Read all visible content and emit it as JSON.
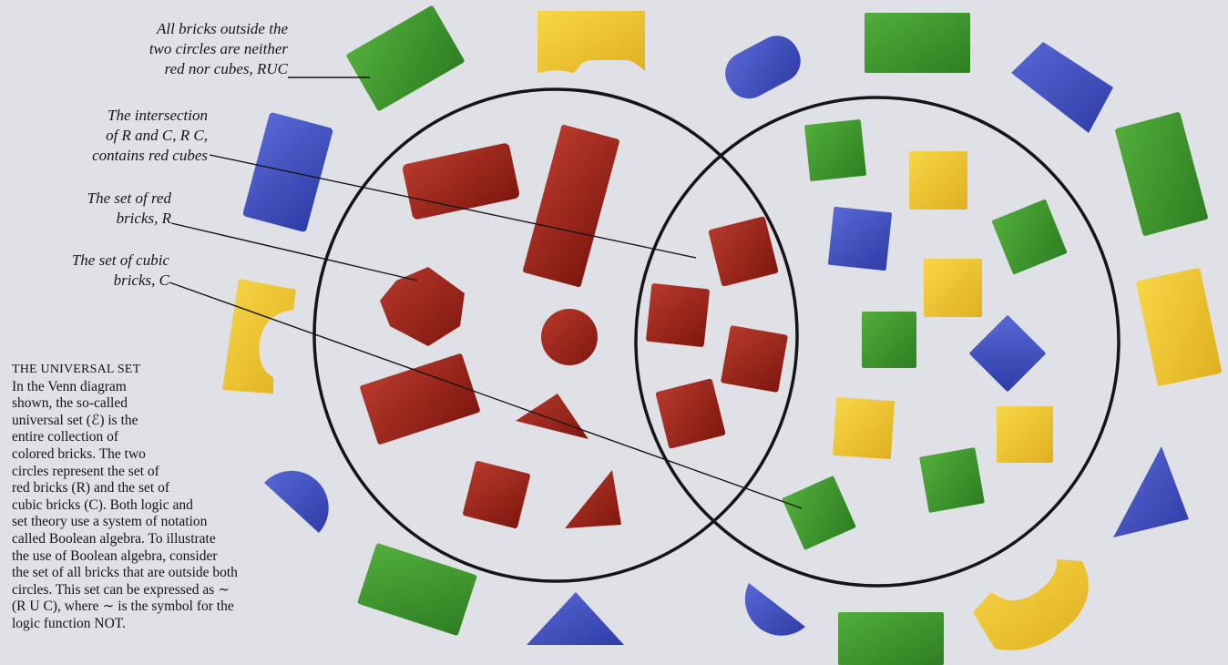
{
  "annotations": {
    "outside": "All bricks outside the\ntwo circles are neither\nred nor cubes, RUC",
    "intersection": "The intersection\nof R and C, R C,\ncontains red cubes",
    "red_set": "The set of red\nbricks, R",
    "cubic_set": "The set of cubic\nbricks, C"
  },
  "caption": {
    "title": "THE UNIVERSAL SET",
    "body": "In the Venn diagram\nshown, the so-called\nuniversal set (ℰ) is the\nentire collection of\ncolored bricks. The two\ncircles represent the set of\nred bricks (R) and the set of\ncubic bricks (C). Both logic and\nset theory use a system of notation\ncalled Boolean algebra. To illustrate\nthe use of Boolean algebra, consider\nthe set of all bricks that are outside both\ncircles. This set can be expressed as ∼\n(R U C), where ∼ is the symbol for the\nlogic function NOT."
  },
  "colors": {
    "red": "#9e2418",
    "green": "#3f9a2c",
    "blue": "#3f4fc3",
    "yellow": "#efc62d",
    "outline": "#151515",
    "background": "#dfe1e6"
  },
  "bricks": [
    {
      "id": "outside-green-block-top-left",
      "color": "green",
      "shape": "block",
      "set": "outside"
    },
    {
      "id": "outside-yellow-arch-top",
      "color": "yellow",
      "shape": "arch",
      "set": "outside"
    },
    {
      "id": "outside-blue-half-cylinder-top",
      "color": "blue",
      "shape": "half-cylinder",
      "set": "outside"
    },
    {
      "id": "outside-green-block-top",
      "color": "green",
      "shape": "block",
      "set": "outside"
    },
    {
      "id": "outside-blue-prism-top-right",
      "color": "blue",
      "shape": "prism",
      "set": "outside"
    },
    {
      "id": "outside-blue-block-left",
      "color": "blue",
      "shape": "block",
      "set": "outside"
    },
    {
      "id": "outside-green-block-right",
      "color": "green",
      "shape": "block",
      "set": "outside"
    },
    {
      "id": "outside-yellow-arch-left",
      "color": "yellow",
      "shape": "arch",
      "set": "outside"
    },
    {
      "id": "outside-yellow-block-right",
      "color": "yellow",
      "shape": "block",
      "set": "outside"
    },
    {
      "id": "outside-blue-half-disc-left",
      "color": "blue",
      "shape": "half-disc",
      "set": "outside"
    },
    {
      "id": "outside-blue-triangle-right",
      "color": "blue",
      "shape": "triangle",
      "set": "outside"
    },
    {
      "id": "outside-green-block-bottom-left",
      "color": "green",
      "shape": "block",
      "set": "outside"
    },
    {
      "id": "outside-blue-triangle-bottom",
      "color": "blue",
      "shape": "triangle",
      "set": "outside"
    },
    {
      "id": "outside-blue-half-disc-bottom",
      "color": "blue",
      "shape": "half-disc",
      "set": "outside"
    },
    {
      "id": "outside-green-block-bottom",
      "color": "green",
      "shape": "block",
      "set": "outside"
    },
    {
      "id": "outside-yellow-arch-bottom-right",
      "color": "yellow",
      "shape": "arch",
      "set": "outside"
    },
    {
      "id": "red-cylinder",
      "color": "red",
      "shape": "cylinder",
      "set": "R"
    },
    {
      "id": "red-long-block",
      "color": "red",
      "shape": "block",
      "set": "R"
    },
    {
      "id": "red-hex",
      "color": "red",
      "shape": "hexagon",
      "set": "R"
    },
    {
      "id": "red-disc",
      "color": "red",
      "shape": "disc",
      "set": "R"
    },
    {
      "id": "red-block",
      "color": "red",
      "shape": "block",
      "set": "R"
    },
    {
      "id": "red-triangle-middle",
      "color": "red",
      "shape": "triangle",
      "set": "R"
    },
    {
      "id": "red-square-bottom",
      "color": "red",
      "shape": "square",
      "set": "R"
    },
    {
      "id": "red-triangle-bottom",
      "color": "red",
      "shape": "triangle",
      "set": "R"
    },
    {
      "id": "red-cube-1",
      "color": "red",
      "shape": "cube",
      "set": "R∩C"
    },
    {
      "id": "red-cube-2",
      "color": "red",
      "shape": "cube",
      "set": "R∩C"
    },
    {
      "id": "red-cube-3",
      "color": "red",
      "shape": "cube",
      "set": "R∩C"
    },
    {
      "id": "red-cube-4",
      "color": "red",
      "shape": "cube",
      "set": "R∩C"
    },
    {
      "id": "cube-green-1",
      "color": "green",
      "shape": "cube",
      "set": "C"
    },
    {
      "id": "cube-yellow-1",
      "color": "yellow",
      "shape": "cube",
      "set": "C"
    },
    {
      "id": "cube-blue-1",
      "color": "blue",
      "shape": "cube",
      "set": "C"
    },
    {
      "id": "cube-green-2",
      "color": "green",
      "shape": "cube",
      "set": "C"
    },
    {
      "id": "cube-yellow-2",
      "color": "yellow",
      "shape": "cube",
      "set": "C"
    },
    {
      "id": "cube-green-3",
      "color": "green",
      "shape": "cube",
      "set": "C"
    },
    {
      "id": "cube-blue-2",
      "color": "blue",
      "shape": "cube",
      "set": "C"
    },
    {
      "id": "cube-yellow-3",
      "color": "yellow",
      "shape": "cube",
      "set": "C"
    },
    {
      "id": "cube-yellow-4",
      "color": "yellow",
      "shape": "cube",
      "set": "C"
    },
    {
      "id": "cube-green-4",
      "color": "green",
      "shape": "cube",
      "set": "C"
    },
    {
      "id": "cube-green-5",
      "color": "green",
      "shape": "cube",
      "set": "C"
    }
  ]
}
